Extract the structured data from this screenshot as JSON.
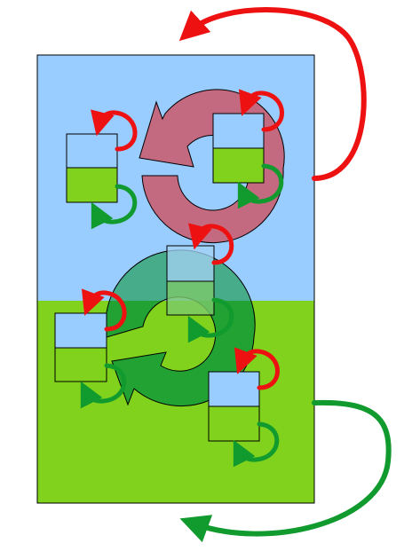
{
  "colors": {
    "sky": "#99ccff",
    "grass": "#80d21d",
    "red": "#ee1111",
    "green": "#119a2e",
    "upper_cycle": "#c46a80",
    "lower_cycle": "#22a233",
    "lower_cycle_overlap": "#46ac8a",
    "outline": "#000000"
  },
  "icons": [
    "large-frame-split-sky-grass",
    "small-frame-split-sky-grass",
    "red-curved-arrow",
    "green-curved-arrow",
    "rotation-arrow-icon"
  ]
}
